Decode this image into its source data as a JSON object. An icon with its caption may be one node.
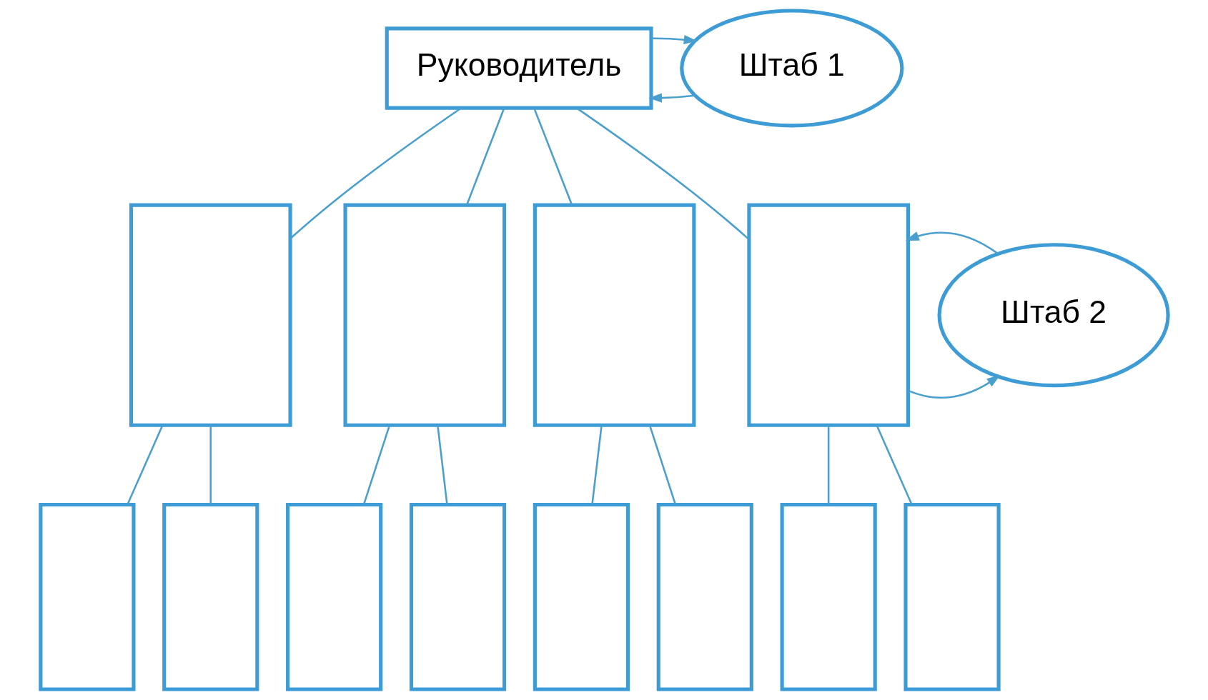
{
  "diagram": {
    "nodes": [
      {
        "text": [
          "Руководитель"
        ]
      },
      {
        "text": [
          "Штаб 1"
        ]
      },
      {
        "text": [],
        "shape": "box"
      },
      {
        "text": [],
        "shape": "box"
      },
      {
        "text": [],
        "shape": "box"
      },
      {
        "text": [],
        "shape": "box"
      },
      {
        "text": [
          "Штаб 2"
        ]
      },
      {
        "text": [],
        "shape": "box"
      },
      {
        "text": [],
        "shape": "box"
      },
      {
        "text": [],
        "shape": "box"
      },
      {
        "text": [],
        "shape": "box"
      },
      {
        "text": [],
        "shape": "box"
      },
      {
        "text": [],
        "shape": "box"
      },
      {
        "text": [],
        "shape": "box"
      },
      {
        "text": [],
        "shape": "box"
      }
    ],
    "edges": [
      {
        "from": 1,
        "to": 0,
        "arrow": "to"
      },
      {
        "from": 0,
        "to": 1,
        "arrow": "to"
      },
      {
        "from": 0,
        "to": 2,
        "arrow": "none"
      },
      {
        "from": 0,
        "to": 3,
        "arrow": "none"
      },
      {
        "from": 0,
        "to": 4,
        "arrow": "none"
      },
      {
        "from": 0,
        "to": 5,
        "arrow": "none"
      },
      {
        "from": 5,
        "to": 6,
        "arrow": "to"
      },
      {
        "from": 6,
        "to": 5,
        "arrow": "to"
      },
      {
        "from": 2,
        "to": 7,
        "arrow": "none"
      },
      {
        "from": 2,
        "to": 8,
        "arrow": "none"
      },
      {
        "from": 3,
        "to": 9,
        "arrow": "none"
      },
      {
        "from": 3,
        "to": 10,
        "arrow": "none"
      },
      {
        "from": 4,
        "to": 11,
        "arrow": "none"
      },
      {
        "from": 4,
        "to": 12,
        "arrow": "none"
      },
      {
        "from": 5,
        "to": 13,
        "arrow": "none"
      },
      {
        "from": 5,
        "to": 14,
        "arrow": "none"
      }
    ]
  }
}
